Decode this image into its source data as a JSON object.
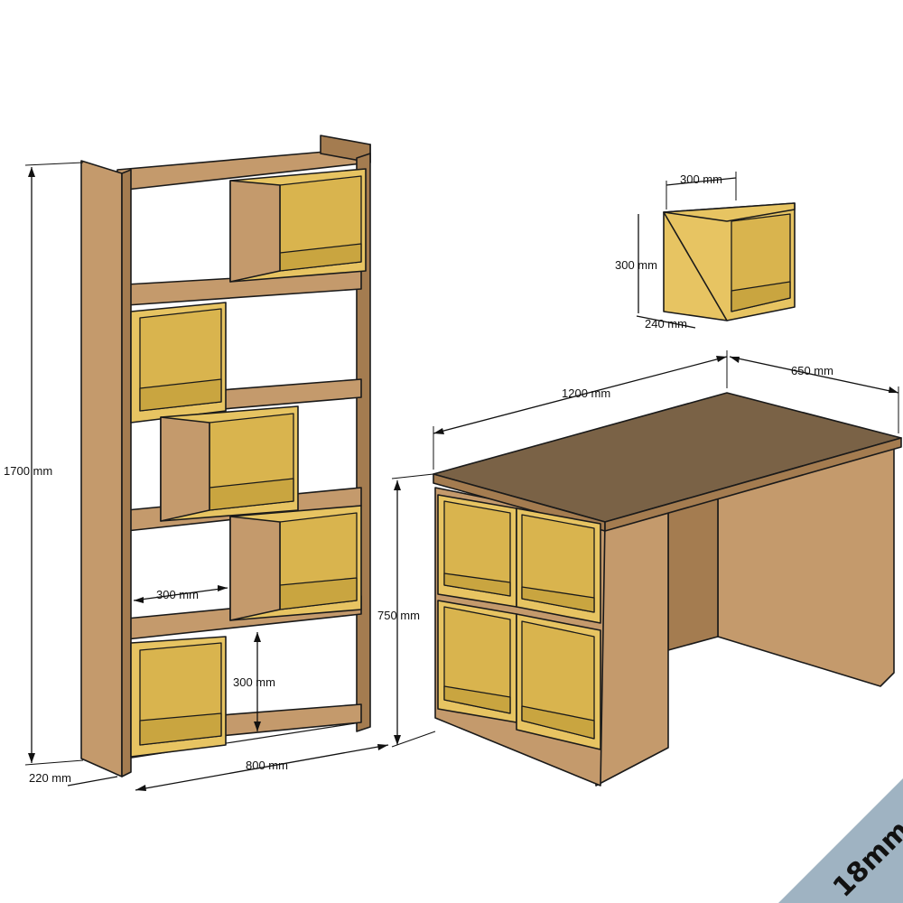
{
  "dimensions": {
    "bookcase_height": "1700 mm",
    "bookcase_depth": "220 mm",
    "bookcase_width": "800 mm",
    "cube_inner_width": "300 mm",
    "cube_inner_height": "300 mm",
    "wall_cube_width": "300 mm",
    "wall_cube_height": "300 mm",
    "wall_cube_depth": "240 mm",
    "desk_width": "1200 mm",
    "desk_depth": "650 mm",
    "desk_height": "750 mm"
  },
  "badge": {
    "thickness": "18mm"
  },
  "colors": {
    "wood": "#c49a6c",
    "wood_top": "#7a6246",
    "cube": "#e7c462",
    "badge": "#9fb3c2"
  }
}
